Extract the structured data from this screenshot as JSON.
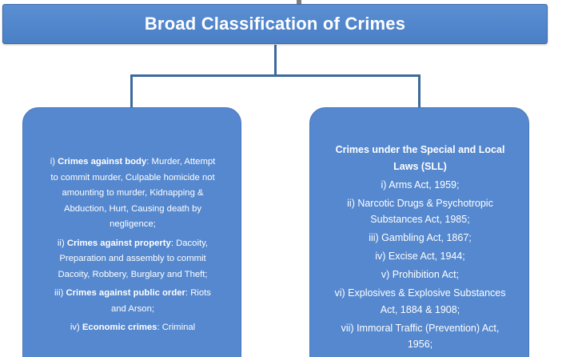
{
  "title": "Broad Classification of Crimes",
  "colors": {
    "box_fill": "#5588cf",
    "title_fill": "#4a7fc6",
    "connector": "#3d6a9e",
    "text": "#ffffff"
  },
  "left_box": {
    "items": [
      {
        "num": "i)",
        "heading": "Crimes against body",
        "sep": ":",
        "text": "Murder, Attempt to commit murder, Culpable homicide not amounting to murder, Kidnapping & Abduction, Hurt, Causing death by negligence;"
      },
      {
        "num": "ii)",
        "heading": "Crimes against property",
        "sep": ":",
        "text": "Dacoity, Preparation and assembly to commit Dacoity, Robbery, Burglary and Theft;"
      },
      {
        "num": "iii)",
        "heading": "Crimes against public order",
        "sep": ":",
        "text": "Riots and Arson;"
      },
      {
        "num": "iv)",
        "heading": "Economic crimes",
        "sep": ":",
        "text": "Criminal"
      }
    ]
  },
  "right_box": {
    "heading": "Crimes under the Special and Local Laws (SLL)",
    "items": [
      "i) Arms Act, 1959;",
      "ii) Narcotic Drugs & Psychotropic Substances Act, 1985;",
      "iii) Gambling Act, 1867;",
      "iv) Excise Act, 1944;",
      "v) Prohibition Act;",
      "vi) Explosives & Explosive Substances Act, 1884 & 1908;",
      "vii) Immoral Traffic (Prevention) Act, 1956;"
    ]
  }
}
